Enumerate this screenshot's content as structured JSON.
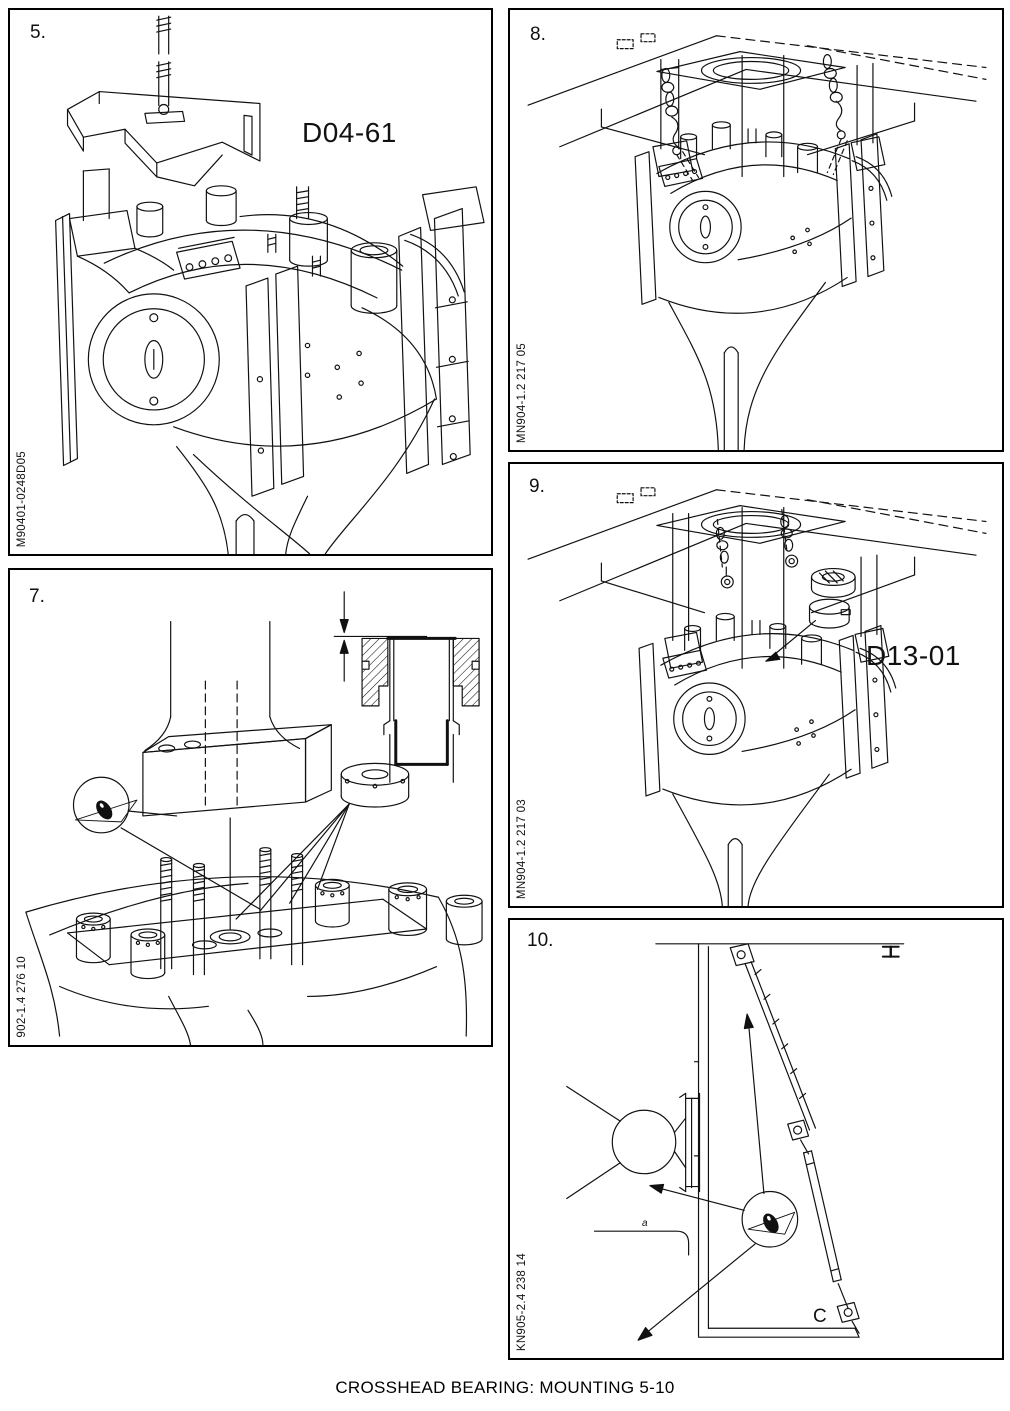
{
  "page": {
    "caption": "CROSSHEAD BEARING: MOUNTING 5-10",
    "background_color": "#ffffff",
    "line_color": "#111111"
  },
  "panels": [
    {
      "id": "5",
      "number": "5.",
      "figure_ref": "M90401-0248D05",
      "tool_label": "D04-61"
    },
    {
      "id": "7",
      "number": "7.",
      "figure_ref": "902-1.4 276 10"
    },
    {
      "id": "8",
      "number": "8.",
      "figure_ref": "MN904-1.2 217 05"
    },
    {
      "id": "9",
      "number": "9.",
      "figure_ref": "MN904-1.2 217 03",
      "tool_label": "D13-01"
    },
    {
      "id": "10",
      "number": "10.",
      "figure_ref": "KN905-2.4 238 14",
      "point_label": "C",
      "dim_label": "a"
    }
  ]
}
